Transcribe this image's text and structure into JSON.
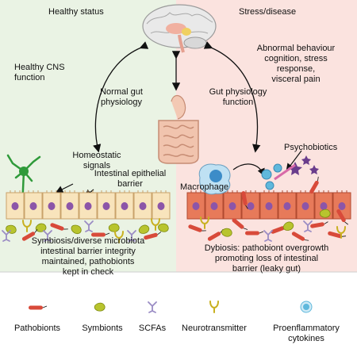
{
  "left_panel": {
    "title": "Healthy status",
    "cns_label": "Healthy CNS\nfunction",
    "homeostatic_label": "Homeostatic\nsignals",
    "barrier_label": "Intestinal epithelial\nbarrier",
    "caption": "Symbiosis/diverse microbiota\nintestinal barrier integrity\nmaintained, pathobionts\nkept in check",
    "colors": {
      "background": "#eaf3e4",
      "cell": "#f8e4bc",
      "nucleus": "#8c55a8"
    }
  },
  "center": {
    "normal_gut_label": "Normal gut\nphysiology",
    "gut_function_label": "Gut physiology\nfunction"
  },
  "right_panel": {
    "title": "Stress/disease",
    "behaviour_label": "Abnormal behaviour\ncognition, stress\nresponse,\nvisceral pain",
    "psychobiotics_label": "Psychobiotics",
    "macrophage_label": "Macrophage",
    "caption": "Dybiosis: pathobiont overgrowth\npromoting loss of intestinal\nbarrier (leaky gut)",
    "colors": {
      "background": "#fbe3df",
      "cell": "#e77a5a",
      "nucleus": "#8c55a8"
    }
  },
  "legend": {
    "items": [
      {
        "label": "Pathobionts",
        "icon": "pathobiont-icon",
        "color": "#d84a3a"
      },
      {
        "label": "Symbionts",
        "icon": "symbiont-icon",
        "color": "#b8c42e"
      },
      {
        "label": "SCFAs",
        "icon": "scfa-icon",
        "color": "#9a8cc4"
      },
      {
        "label": "Neurotransmitter",
        "icon": "neurotransmitter-icon",
        "color": "#c8b020"
      },
      {
        "label": "Proenflammatory\ncytokines",
        "icon": "cytokine-icon",
        "color": "#5fb8dc"
      }
    ]
  }
}
